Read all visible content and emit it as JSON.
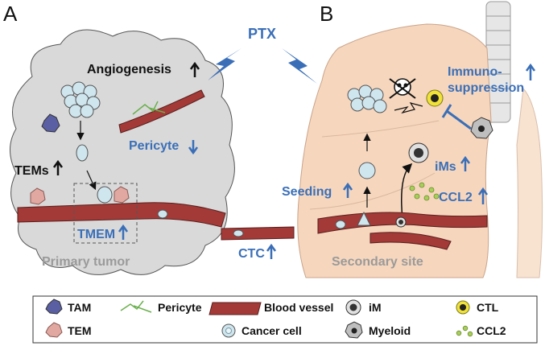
{
  "panels": {
    "a": {
      "letter": "A",
      "labels": {
        "angiogenesis": "Angiogenesis",
        "pericyte": "Pericyte",
        "tems": "TEMs",
        "tmem": "TMEM",
        "primary_tumor": "Primary tumor"
      }
    },
    "center": {
      "ptx": "PTX",
      "ctc": "CTC"
    },
    "b": {
      "letter": "B",
      "labels": {
        "immuno_line1": "Immuno-",
        "immuno_line2": "suppression",
        "seeding": "Seeding",
        "ims": "iMs",
        "ccl2": "CCL2",
        "secondary_site": "Secondary site"
      }
    }
  },
  "legend": {
    "items": [
      {
        "icon": "tam-cell-icon",
        "label": "TAM"
      },
      {
        "icon": "pericyte-icon",
        "label": "Pericyte"
      },
      {
        "icon": "blood-vessel-icon",
        "label": "Blood vessel"
      },
      {
        "icon": "im-cell-icon",
        "label": "iM"
      },
      {
        "icon": "ctl-cell-icon",
        "label": "CTL"
      },
      {
        "icon": "tem-cell-icon",
        "label": "TEM"
      },
      {
        "icon": "cancer-cell-icon",
        "label": "Cancer cell"
      },
      {
        "icon": "myeloid-cell-icon",
        "label": "Myeloid"
      },
      {
        "icon": "ccl2-dots-icon",
        "label": "CCL2"
      }
    ]
  },
  "colors": {
    "accent_blue": "#3a6fb8",
    "vessel_red": "#a33a37",
    "tumor_grey": "#d9d9d9",
    "lung_peach": "#f6d6bd",
    "cancer_cell": "#cfe6ef",
    "ctl_yellow": "#f1e23a",
    "ccl2_green": "#a8cf5a"
  }
}
